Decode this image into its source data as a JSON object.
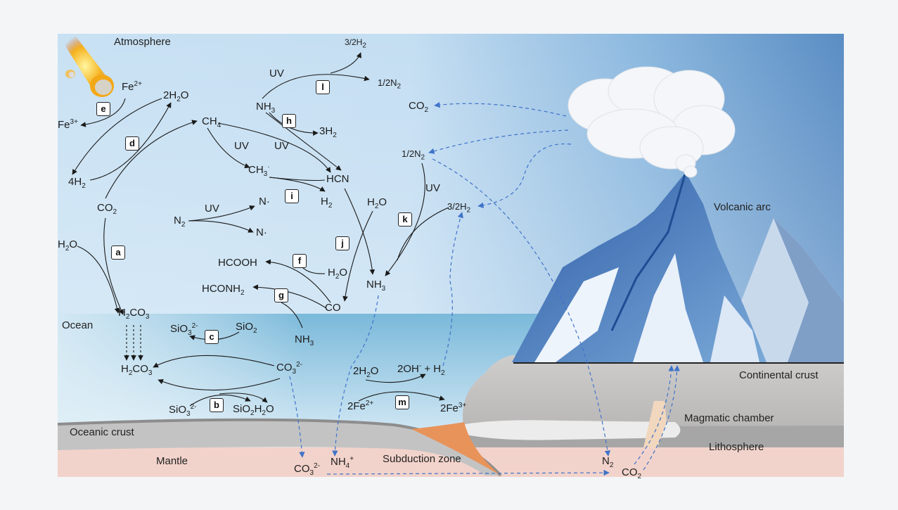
{
  "regions": {
    "atmosphere": "Atmosphere",
    "ocean": "Ocean",
    "oceanic_crust": "Oceanic crust",
    "mantle": "Mantle",
    "subduction_zone": "Subduction zone",
    "volcanic_arc": "Volcanic arc",
    "continental_crust": "Continental crust",
    "magmatic_chamber": "Magmatic chamber",
    "lithosphere": "Lithosphere"
  },
  "reaction_labels": [
    "a",
    "b",
    "c",
    "d",
    "e",
    "f",
    "g",
    "h",
    "i",
    "j",
    "k",
    "l",
    "m"
  ],
  "uv": "UV",
  "species": {
    "fe2": {
      "base": "Fe",
      "sup": "2+"
    },
    "fe3": {
      "base": "Fe",
      "sup": "3+"
    },
    "h2o_2": {
      "pre": "2H",
      "sub": "2",
      "post": "O"
    },
    "h2_4": {
      "pre": "4H",
      "sub": "2",
      "post": ""
    },
    "co2_left": {
      "pre": "CO",
      "sub": "2",
      "post": ""
    },
    "h2o_left": {
      "pre": "H",
      "sub": "2",
      "post": "O"
    },
    "h2co3_atm": {
      "pre": "H",
      "sub": "2",
      "post": "CO",
      "sub2": "3"
    },
    "h2co3_ocean": {
      "pre": "H",
      "sub": "2",
      "post": "CO",
      "sub2": "3"
    },
    "ch4": {
      "pre": "CH",
      "sub": "4",
      "post": ""
    },
    "ch3": {
      "pre": "CH",
      "sub": "3",
      "sup": "·"
    },
    "hcn": "HCN",
    "n_rad1": "N·",
    "n_rad2": "N·",
    "n2_left": {
      "pre": "N",
      "sub": "2"
    },
    "h2_i": {
      "pre": "H",
      "sub": "2"
    },
    "nh3_h": {
      "pre": "NH",
      "sub": "3"
    },
    "h2_3": {
      "pre": "3H",
      "sub": "2"
    },
    "h2_32_top": {
      "pre": "3/2H",
      "sub": "2"
    },
    "n2_12_top": {
      "pre": "1/2N",
      "sub": "2"
    },
    "co2_top": {
      "pre": "CO",
      "sub": "2"
    },
    "n2_12_mid": {
      "pre": "1/2N",
      "sub": "2"
    },
    "h2_32_mid": {
      "pre": "3/2H",
      "sub": "2"
    },
    "h2o_j": {
      "pre": "H",
      "sub": "2",
      "post": "O"
    },
    "nh3_mid": {
      "pre": "NH",
      "sub": "3"
    },
    "hcooh": "HCOOH",
    "h2o_f": {
      "pre": "H",
      "sub": "2",
      "post": "O"
    },
    "hconh2": {
      "pre": "HCONH",
      "sub": "2"
    },
    "co": "CO",
    "nh3_g": {
      "pre": "NH",
      "sub": "3"
    },
    "sio3_c": {
      "pre": "SiO",
      "sub": "3",
      "sup": "2-"
    },
    "sio2_c": {
      "pre": "SiO",
      "sub": "2"
    },
    "co3_ocean": {
      "pre": "CO",
      "sub": "3",
      "sup": "2-"
    },
    "sio3_b": {
      "pre": "SiO",
      "sub": "3",
      "sup": "2-"
    },
    "sio2_b": {
      "pre": "SiO",
      "sub": "2",
      "post": "H",
      "sub2": "2",
      "post2": "O"
    },
    "h2o_m": {
      "pre": "2H",
      "sub": "2",
      "post": "O"
    },
    "oh_h2": {
      "pre": "2OH",
      "sup": "-",
      "post": " + H",
      "sub2": "2"
    },
    "fe2_m": {
      "pre": "2Fe",
      "sup": "2+"
    },
    "fe3_m": {
      "pre": "2Fe",
      "sup": "3+"
    },
    "co3_mantle": {
      "pre": "CO",
      "sub": "3",
      "sup": "2-"
    },
    "nh4": {
      "pre": "NH",
      "sub": "4",
      "sup": "+"
    },
    "n2_mantle": {
      "pre": "N",
      "sub": "2"
    },
    "co2_mantle": {
      "pre": "CO",
      "sub": "2"
    }
  },
  "colors": {
    "sky_top": "#7fb0dc",
    "sky_light": "#c9e2f3",
    "ocean": "#6fb2d6",
    "mantle": "#f2d3cb",
    "crust": "#c9c7c6",
    "arrow_black": "#1a1a1a",
    "arrow_blue": "#3f73c9",
    "subduction": "#e8935a"
  }
}
